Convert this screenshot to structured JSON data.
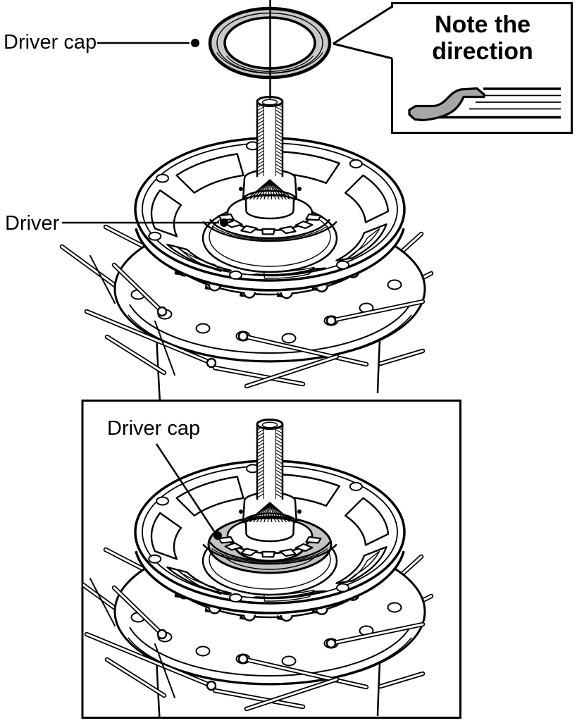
{
  "figure": {
    "type": "technical-diagram",
    "subject": "Hub driver cap installation",
    "background": "#ffffff",
    "line_color": "#000000",
    "grays": {
      "driver_cap_ring": "#c9c9c9",
      "installed_cap": "#c4c4c4",
      "cross_section": "#a6a6a6"
    }
  },
  "labels": {
    "top_driver_cap": "Driver cap",
    "driver": "Driver",
    "bottom_driver_cap": "Driver cap"
  },
  "callout": {
    "text": "Note the direction"
  }
}
